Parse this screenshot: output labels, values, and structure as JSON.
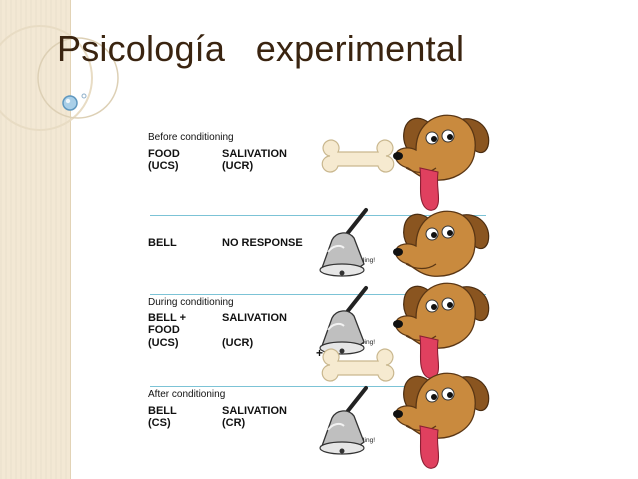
{
  "slide": {
    "title": "Psicología   experimental"
  },
  "diagram": {
    "sections": [
      {
        "header": "Before conditioning",
        "stimulus_lines": [
          "FOOD",
          "(UCS)"
        ],
        "response_lines": [
          "SALIVATION",
          "(UCR)"
        ],
        "items": [
          "bone"
        ],
        "dog_salivating": true
      },
      {
        "header": "",
        "stimulus_lines": [
          "BELL"
        ],
        "response_lines": [
          "NO RESPONSE"
        ],
        "items": [
          "bell"
        ],
        "bell_text": "ding, ding!",
        "dog_salivating": false
      },
      {
        "header": "During conditioning",
        "stimulus_lines": [
          "BELL +",
          "FOOD",
          "(UCS)"
        ],
        "response_lines": [
          "SALIVATION",
          "(UCR)"
        ],
        "items": [
          "bell",
          "plus",
          "bone"
        ],
        "bell_text": "ding, ding!",
        "plus_symbol": "+",
        "dog_salivating": true
      },
      {
        "header": "After conditioning",
        "stimulus_lines": [
          "BELL",
          "(CS)"
        ],
        "response_lines": [
          "SALIVATION",
          "(CR)"
        ],
        "items": [
          "bell"
        ],
        "bell_text": "ding, ding!",
        "dog_salivating": true
      }
    ]
  },
  "colors": {
    "title": "#3a2410",
    "divider": "#7cc3d6",
    "dog_fur": "#c98a3e",
    "dog_ear": "#8a5520",
    "tongue": "#e0405f",
    "bone": "#f6ead0",
    "side_strip": "#f3e8d4"
  },
  "icons": [
    "bone-icon",
    "bell-icon",
    "dog-icon",
    "tongue-icon",
    "bubble-icon"
  ]
}
